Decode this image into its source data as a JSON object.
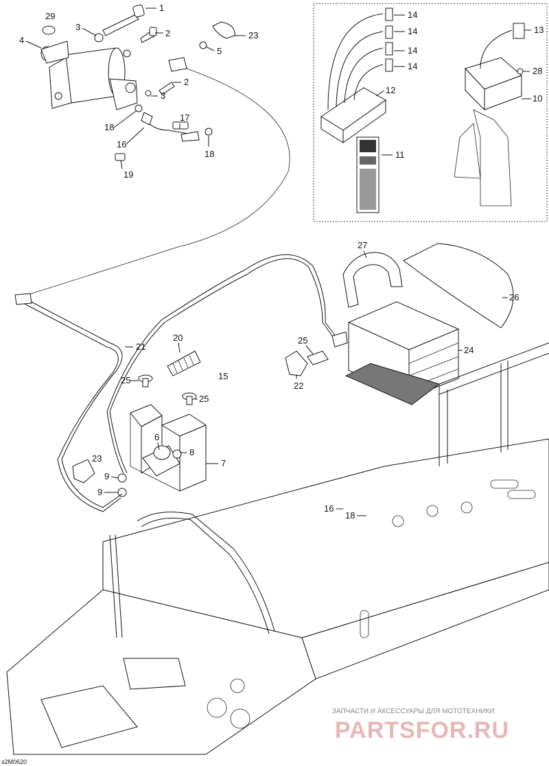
{
  "diagram": {
    "code": "s2M0620",
    "callouts": [
      {
        "id": "c1",
        "text": "1"
      },
      {
        "id": "c2a",
        "text": "2"
      },
      {
        "id": "c2b",
        "text": "2"
      },
      {
        "id": "c3a",
        "text": "3"
      },
      {
        "id": "c3b",
        "text": "3"
      },
      {
        "id": "c4",
        "text": "4"
      },
      {
        "id": "c5",
        "text": "5"
      },
      {
        "id": "c6",
        "text": "6"
      },
      {
        "id": "c7",
        "text": "7"
      },
      {
        "id": "c8",
        "text": "8"
      },
      {
        "id": "c9a",
        "text": "9"
      },
      {
        "id": "c9b",
        "text": "9"
      },
      {
        "id": "c10",
        "text": "10"
      },
      {
        "id": "c11",
        "text": "11"
      },
      {
        "id": "c12",
        "text": "12"
      },
      {
        "id": "c13",
        "text": "13"
      },
      {
        "id": "c14a",
        "text": "14"
      },
      {
        "id": "c14b",
        "text": "14"
      },
      {
        "id": "c14c",
        "text": "14"
      },
      {
        "id": "c14d",
        "text": "14"
      },
      {
        "id": "c15",
        "text": "15"
      },
      {
        "id": "c16a",
        "text": "16"
      },
      {
        "id": "c16b",
        "text": "16"
      },
      {
        "id": "c17",
        "text": "17"
      },
      {
        "id": "c18a",
        "text": "18"
      },
      {
        "id": "c18b",
        "text": "18"
      },
      {
        "id": "c18c",
        "text": "18"
      },
      {
        "id": "c19",
        "text": "19"
      },
      {
        "id": "c20",
        "text": "20"
      },
      {
        "id": "c21",
        "text": "21"
      },
      {
        "id": "c22",
        "text": "22"
      },
      {
        "id": "c23a",
        "text": "23"
      },
      {
        "id": "c23b",
        "text": "23"
      },
      {
        "id": "c24",
        "text": "24"
      },
      {
        "id": "c25a",
        "text": "25"
      },
      {
        "id": "c25b",
        "text": "25"
      },
      {
        "id": "c25c",
        "text": "25"
      },
      {
        "id": "c26",
        "text": "26"
      },
      {
        "id": "c27",
        "text": "27"
      },
      {
        "id": "c28",
        "text": "28"
      },
      {
        "id": "c29",
        "text": "29"
      }
    ]
  },
  "watermark": {
    "tagline": "ЗАПЧАСТИ И АКСЕССУАРЫ ДЛЯ МОТОТЕХНИКИ",
    "brand": "PARTSFOR.RU"
  }
}
